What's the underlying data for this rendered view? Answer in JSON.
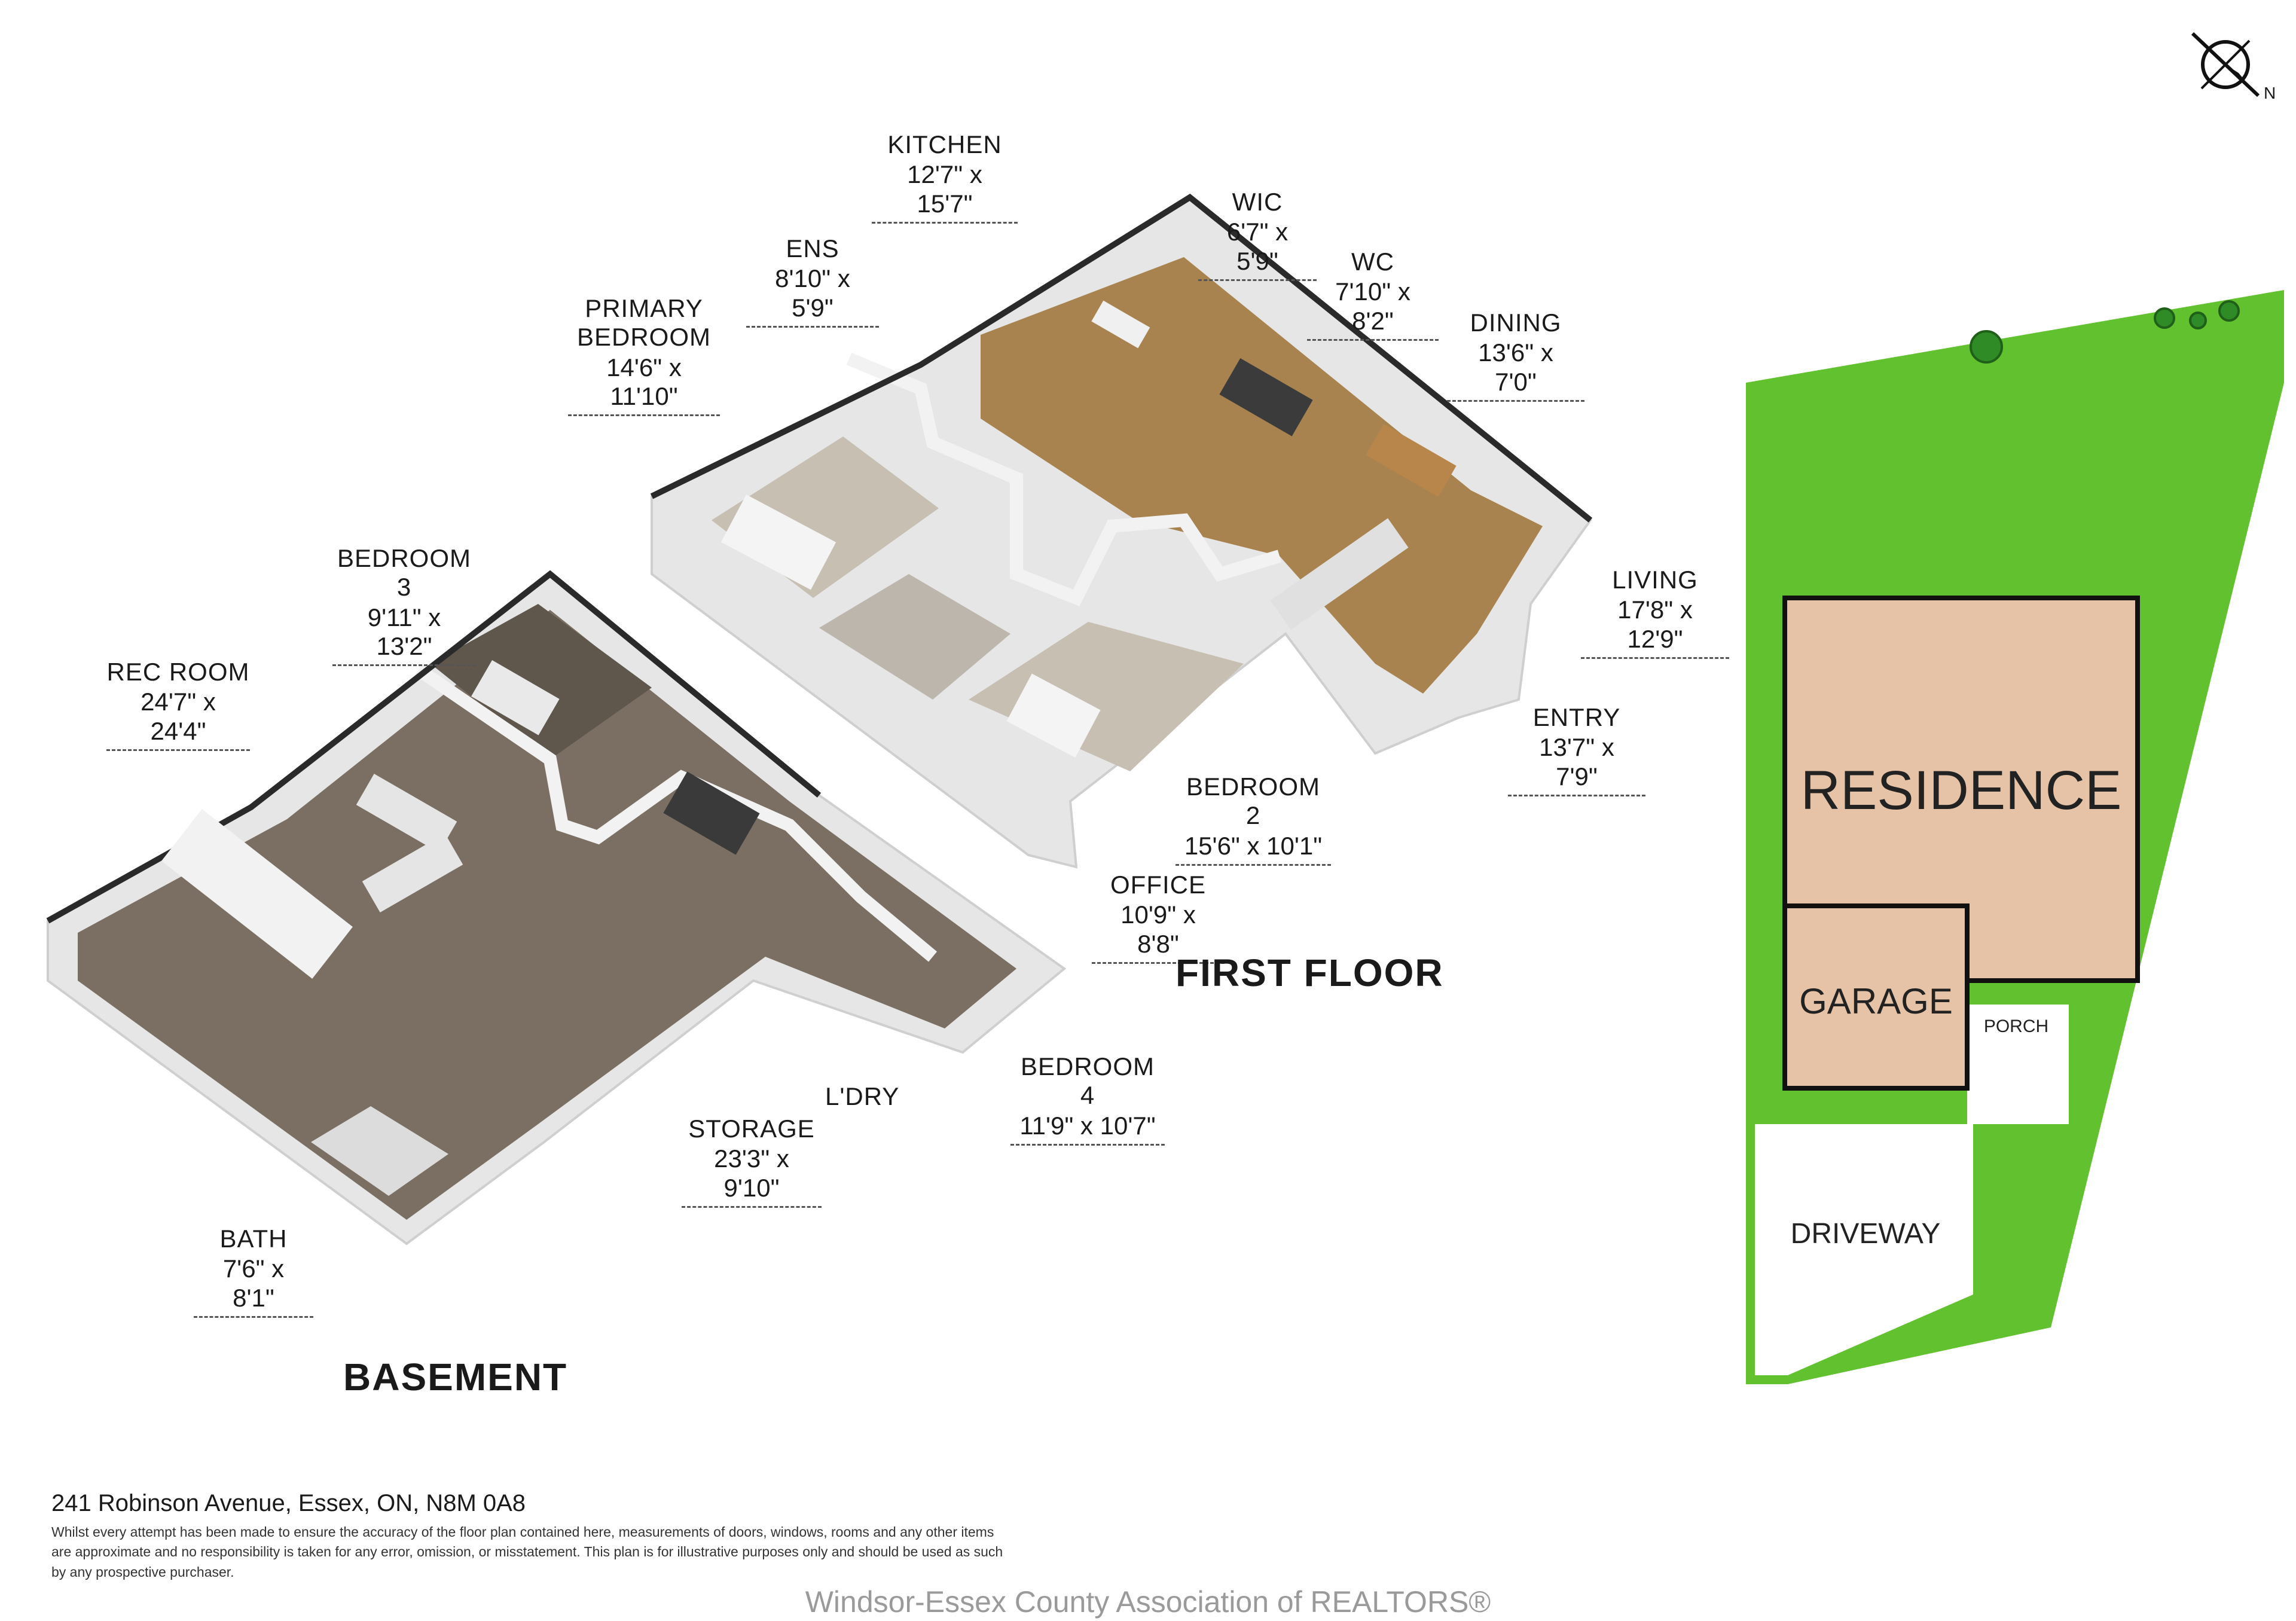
{
  "floors": {
    "first_floor": {
      "title": "FIRST FLOOR",
      "rooms": [
        {
          "name": "KITCHEN",
          "dims": "12'7\" x 15'7\""
        },
        {
          "name": "WIC",
          "dims": "6'7\" x 5'9\""
        },
        {
          "name": "ENS",
          "dims": "8'10\" x 5'9\""
        },
        {
          "name": "WC",
          "dims": "7'10\" x 8'2\""
        },
        {
          "name": "PRIMARY\nBEDROOM",
          "dims": "14'6\" x 11'10\""
        },
        {
          "name": "DINING",
          "dims": "13'6\" x 7'0\""
        },
        {
          "name": "LIVING",
          "dims": "17'8\" x 12'9\""
        },
        {
          "name": "ENTRY",
          "dims": "13'7\" x 7'9\""
        },
        {
          "name": "BEDROOM 2",
          "dims": "15'6\" x 10'1\""
        },
        {
          "name": "OFFICE",
          "dims": "10'9\" x 8'8\""
        }
      ]
    },
    "basement": {
      "title": "BASEMENT",
      "rooms": [
        {
          "name": "BEDROOM 3",
          "dims": "9'11\" x 13'2\""
        },
        {
          "name": "REC ROOM",
          "dims": "24'7\" x 24'4\""
        },
        {
          "name": "BEDROOM 4",
          "dims": "11'9\" x 10'7\""
        },
        {
          "name": "L'DRY",
          "dims": ""
        },
        {
          "name": "STORAGE",
          "dims": "23'3\" x 9'10\""
        },
        {
          "name": "BATH",
          "dims": "7'6\" x 8'1\""
        }
      ]
    }
  },
  "site_plan": {
    "residence_label": "RESIDENCE",
    "garage_label": "GARAGE",
    "porch_label": "PORCH",
    "driveway_label": "DRIVEWAY"
  },
  "compass": {
    "north_label": "N",
    "icon": "compass-icon"
  },
  "footer": {
    "address": "241 Robinson Avenue, Essex, ON, N8M 0A8",
    "disclaimer": "Whilst every attempt has been made to ensure the accuracy of the floor plan contained here, measurements of doors, windows, rooms and any other items are approximate and no responsibility is taken for any error, omission, or misstatement. This plan is for illustrative purposes only and should be used as such by any prospective purchaser.",
    "watermark": "Windsor-Essex County Association of REALTORS®"
  },
  "colors": {
    "grass": "#62c12f",
    "residence": "#e6c3a6",
    "floor_wood": "#a9834f",
    "floor_basement": "#7a6f62",
    "carpet": "#c8bfb3",
    "wall": "#f1f1f1"
  }
}
